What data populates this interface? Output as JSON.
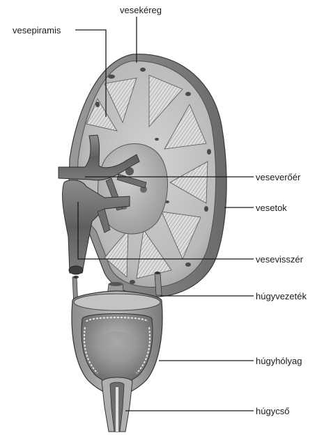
{
  "diagram": {
    "labels": {
      "cortex": "vesekéreg",
      "pyramid": "vesepiramis",
      "renal_artery": "veseverőér",
      "capsule": "vesetok",
      "renal_vein": "vesevisszér",
      "ureter": "húgyvezeték",
      "bladder": "húgyhólyag",
      "urethra": "húgycső"
    },
    "colors": {
      "ink": "#1a1a1a",
      "tissue_dark": "#6f6f6f",
      "tissue_mid": "#a9a9a9",
      "tissue_light": "#d9d9d9",
      "background": "#ffffff"
    }
  }
}
